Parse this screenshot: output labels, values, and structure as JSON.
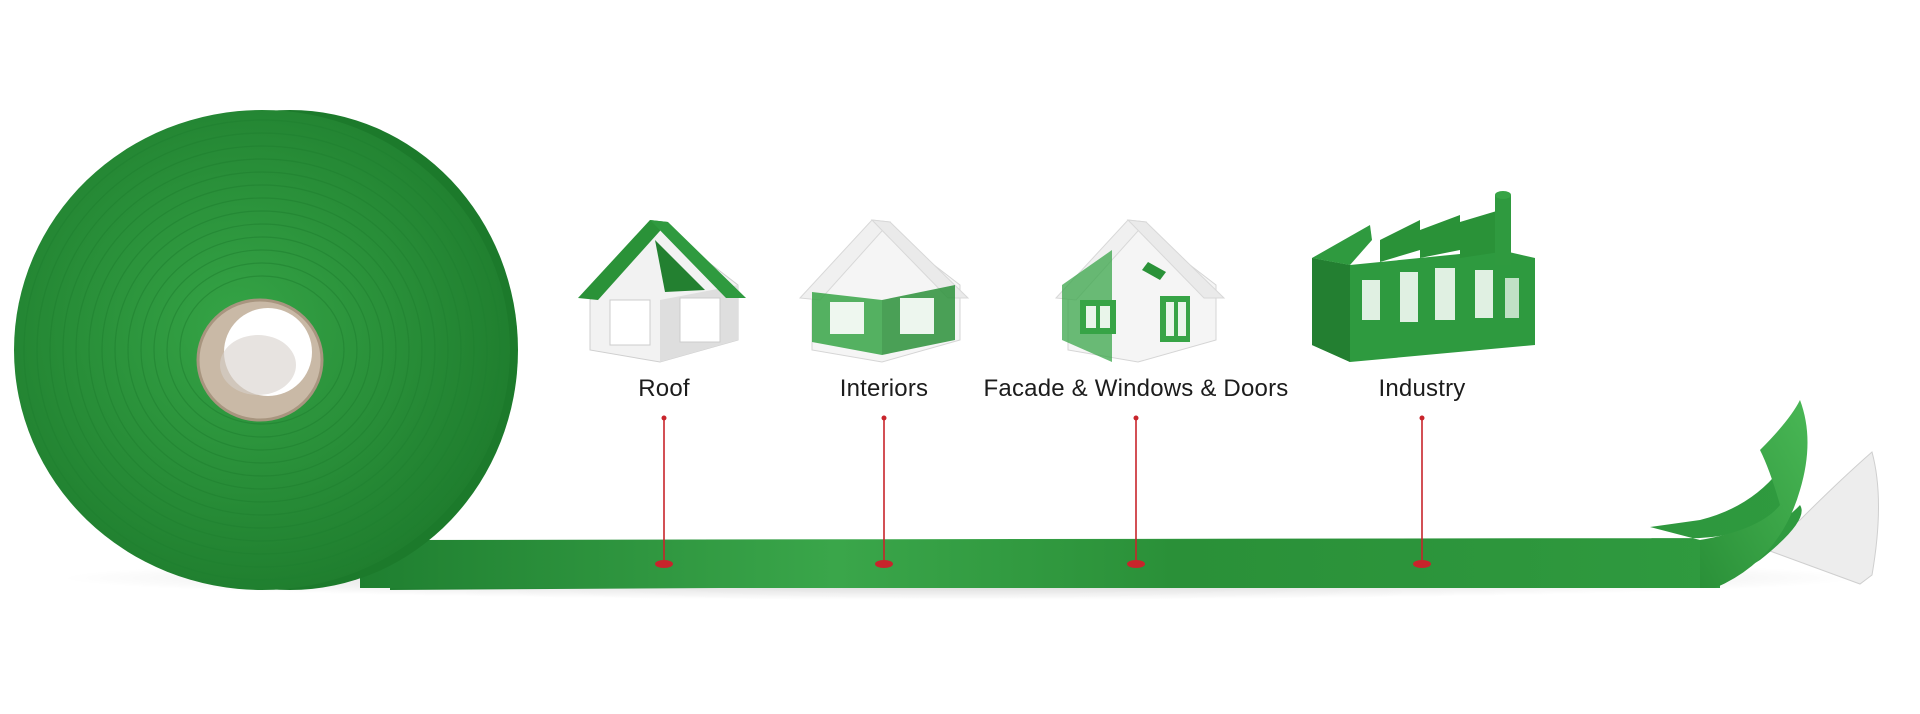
{
  "application_areas": [
    {
      "key": "roof",
      "label": "Roof",
      "icon": "house-roof-highlight-icon"
    },
    {
      "key": "interiors",
      "label": "Interiors",
      "icon": "house-interior-highlight-icon"
    },
    {
      "key": "facade",
      "label": "Facade & Windows & Doors",
      "icon": "house-facade-highlight-icon"
    },
    {
      "key": "industry",
      "label": "Industry",
      "icon": "factory-icon"
    }
  ],
  "colors": {
    "tape_green": "#2e9b3f",
    "tape_dark": "#1f7a2c",
    "marker_red": "#c8242b",
    "house_white": "#f2f2f2"
  }
}
